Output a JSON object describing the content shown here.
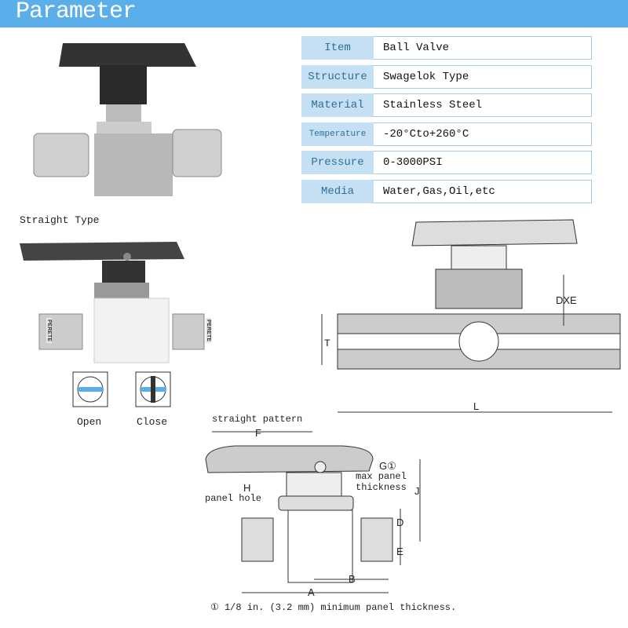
{
  "header": {
    "title": "Parameter"
  },
  "specs": [
    {
      "label": "Item",
      "value": "Ball Valve"
    },
    {
      "label": "Structure",
      "value": "Swagelok Type"
    },
    {
      "label": "Material",
      "value": "Stainless Steel"
    },
    {
      "label": "Temperature",
      "value": "-20°Cto+260°C"
    },
    {
      "label": "Pressure",
      "value": "0-3000PSI"
    },
    {
      "label": "Media",
      "value": "Water,Gas,Oil,etc"
    }
  ],
  "straight_type": {
    "title": "Straight Type",
    "open": "Open",
    "close": "Close",
    "brand": "PERETE"
  },
  "section_diagram": {
    "dxe": "DXE",
    "t": "T",
    "l": "L"
  },
  "dimension_diagram": {
    "pattern": "straight pattern",
    "f": "F",
    "g": "G①",
    "g_note": "max panel thickness",
    "h": "H",
    "h_note": "panel hole",
    "j": "J",
    "d": "D",
    "e": "E",
    "b": "B",
    "a": "A",
    "footnote": "① 1/8 in. (3.2 mm) minimum panel thickness."
  }
}
